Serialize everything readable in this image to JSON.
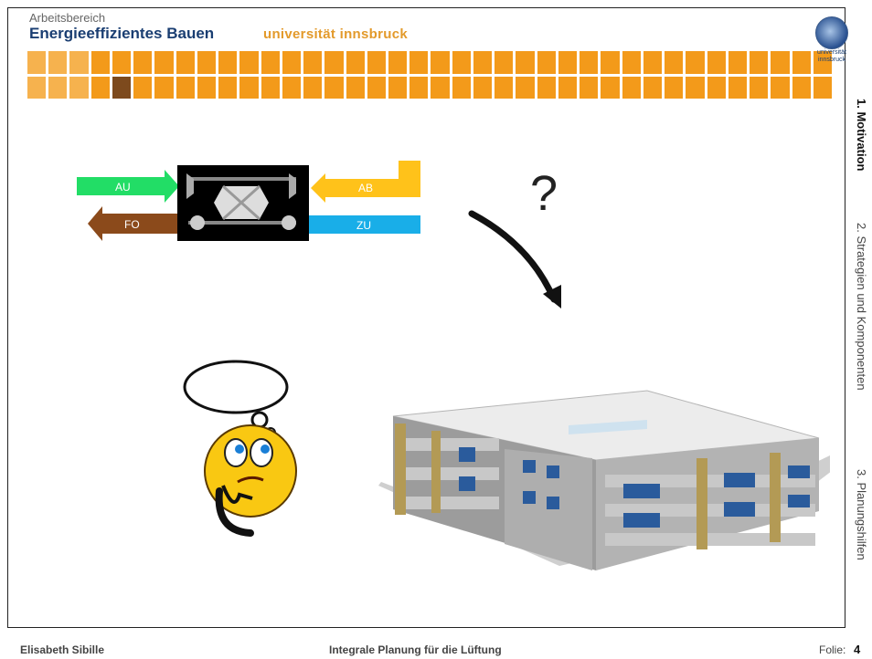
{
  "header": {
    "department_line": "Arbeitsbereich",
    "department_title": "Energieeffizientes Bauen",
    "university": "universität innsbruck",
    "seal_text": "universität innsbruck"
  },
  "sidenav": {
    "items": [
      {
        "label": "1. Motivation",
        "active": true
      },
      {
        "label": "2. Strategien und Komponenten",
        "active": false
      },
      {
        "label": "3. Planungshilfen",
        "active": false
      }
    ]
  },
  "diagram": {
    "au": "AU",
    "ab": "AB",
    "fo": "FO",
    "zu": "ZU",
    "colors": {
      "au": "#22dd66",
      "ab": "#ffc21a",
      "fo": "#8b4a1b",
      "zu": "#19aee8"
    }
  },
  "main": {
    "question_mark": "?"
  },
  "footer": {
    "author": "Elisabeth Sibille",
    "title": "Integrale Planung für die Lüftung",
    "slide_label": "Folie:",
    "slide_number": "4"
  }
}
